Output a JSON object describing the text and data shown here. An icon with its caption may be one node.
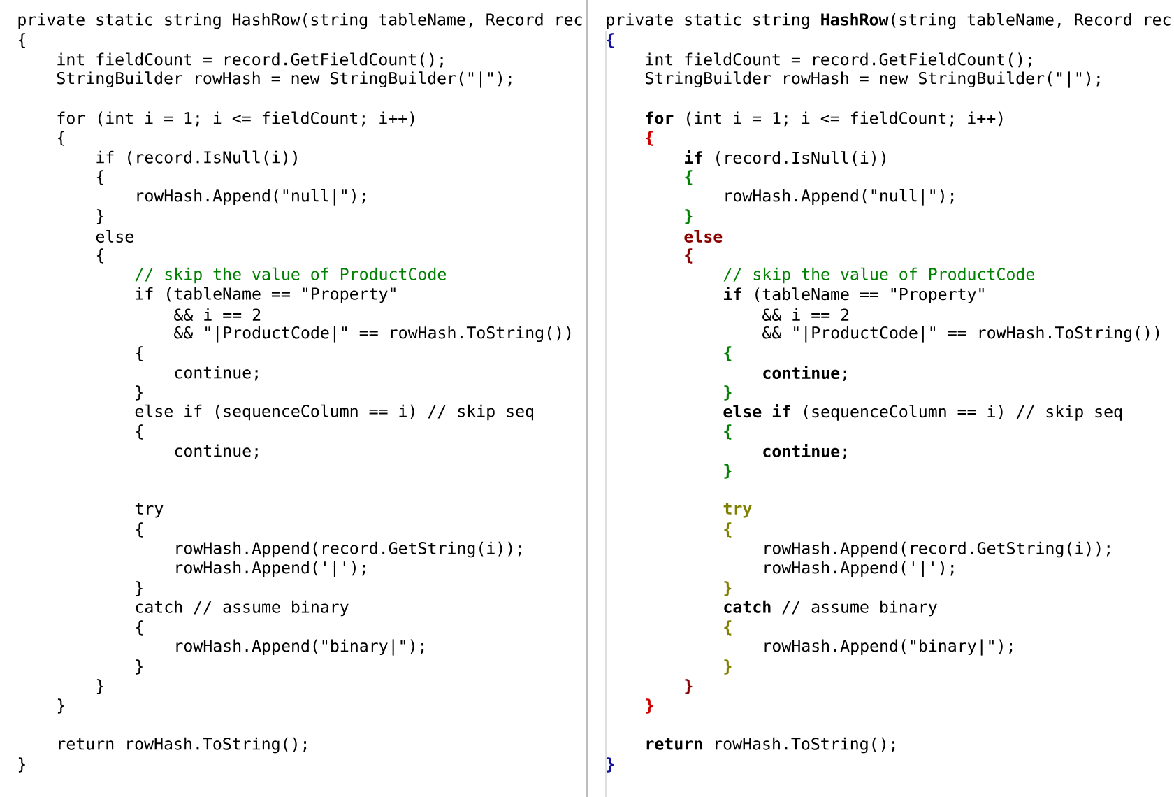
{
  "diagram": {
    "nodes": [
      {
        "text": [
          "private static string HashRow(string tableName, Record rec",
          "{",
          "int fieldCount = record.GetFieldCount();",
          "StringBuilder rowHash = new StringBuilder(\"|\");",
          "for (int i = 1; i <= fieldCount; i++)",
          "{",
          "if (record.IsNull(i))",
          "{",
          "rowHash.Append(\"null|\");",
          "}",
          "else",
          "{",
          "// skip the value of ProductCode",
          "if (tableName == \"Property\"",
          "&& i == 2",
          "&& \"|ProductCode|\" == rowHash.ToString())",
          "{",
          "continue;",
          "}",
          "else if (sequenceColumn == i) // skip seq",
          "{",
          "continue;",
          "try",
          "{",
          "rowHash.Append(record.GetString(i));",
          "rowHash.Append('|');",
          "}",
          "catch // assume binary",
          "{",
          "rowHash.Append(\"binary|\");",
          "}",
          "}",
          "}",
          "return rowHash.ToString();",
          "}"
        ]
      },
      {
        "text": [
          "private static string **HashRow**(string tableName, Record rec",
          "{",
          "int fieldCount = record.GetFieldCount();",
          "StringBuilder rowHash = new StringBuilder(\"|\");",
          "**for** (int i = 1; i <= fieldCount; i++)",
          "{",
          "**if** (record.IsNull(i))",
          "{",
          "rowHash.Append(\"null|\");",
          "}",
          "else",
          "{",
          "// skip the value of ProductCode",
          "**if** (tableName == \"Property\"",
          "&& i == 2",
          "&& \"|ProductCode|\" == rowHash.ToString())",
          "{",
          "**continue**;",
          "}",
          "**else if** (sequenceColumn == i) // skip seq",
          "{",
          "**continue**;",
          "}",
          "try",
          "{",
          "rowHash.Append(record.GetString(i));",
          "rowHash.Append('|');",
          "}",
          "**catch** // assume binary",
          "{",
          "rowHash.Append(\"binary|\");",
          "}",
          "}",
          "}",
          "**return** rowHash.ToString();",
          "}"
        ]
      }
    ]
  }
}
